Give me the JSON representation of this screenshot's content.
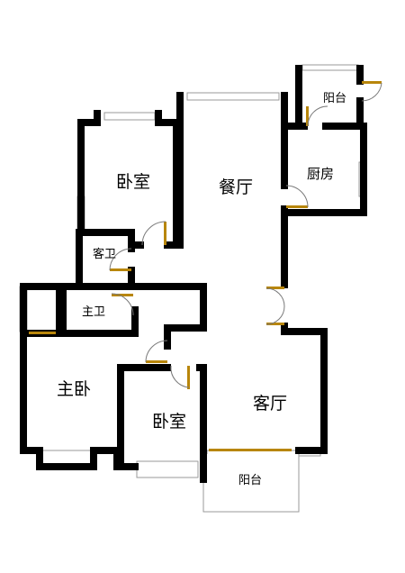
{
  "colors": {
    "wall": "#000000",
    "window_frame": "#9a9a9a",
    "door_leaf": "#b8860b",
    "background": "#ffffff"
  },
  "rooms": {
    "balcony_top": "阳台",
    "kitchen": "厨房",
    "dining": "餐厅",
    "bedroom_upper": "卧室",
    "guest_bath": "客卫",
    "master_bath": "主卫",
    "master_bedroom": "主卧",
    "bedroom_lower": "卧室",
    "living": "客厅",
    "balcony_bottom": "阳台"
  }
}
